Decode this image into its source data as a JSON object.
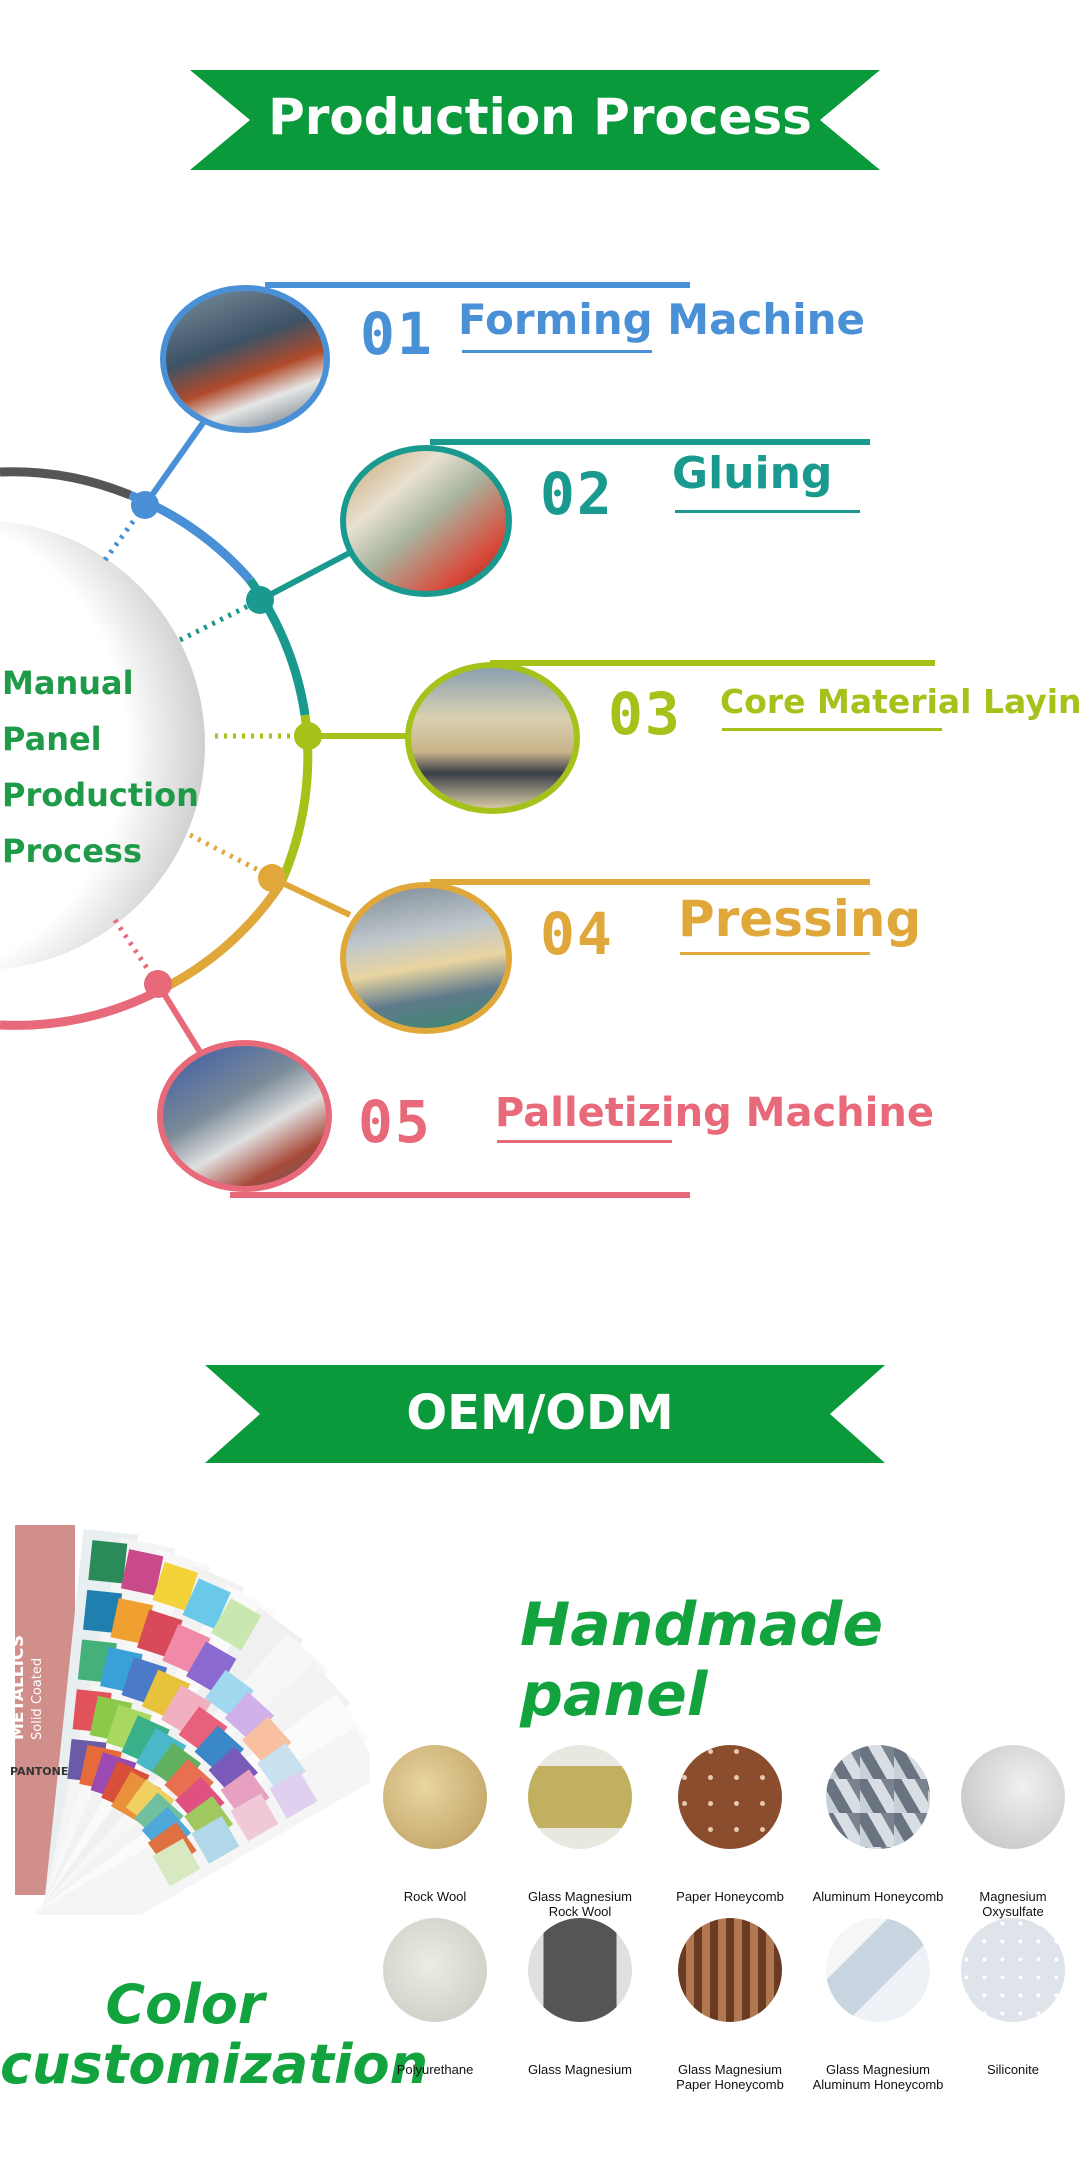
{
  "production_banner": {
    "title": "Production Process"
  },
  "center_label": {
    "line1": "Manual",
    "line2": "Panel",
    "line3": "Production",
    "line4": "Process"
  },
  "steps": [
    {
      "number": "01",
      "title": "Forming Machine",
      "color": "#4a90d6"
    },
    {
      "number": "02",
      "title": "Gluing",
      "color": "#1a9a8f"
    },
    {
      "number": "03",
      "title": "Core Material Laying",
      "color": "#a5c21a"
    },
    {
      "number": "04",
      "title": "Pressing",
      "color": "#e0a83a"
    },
    {
      "number": "05",
      "title": "Palletizing Machine",
      "color": "#e8697a"
    }
  ],
  "oem_banner": {
    "title": "OEM/ODM"
  },
  "handmade_title": "Handmade panel",
  "color_customization": {
    "line1": "Color",
    "line2": "customization"
  },
  "swatch_labels": {
    "side": "METALLICS",
    "side2": "Solid Coated",
    "brand": "PANTONE"
  },
  "materials": [
    {
      "label1": "Rock Wool",
      "label2": "",
      "color": "#d7c08a"
    },
    {
      "label1": "Glass Magnesium",
      "label2": "Rock Wool",
      "color": "#c9bf78"
    },
    {
      "label1": "Paper Honeycomb",
      "label2": "",
      "color": "#8a4e2e"
    },
    {
      "label1": "Aluminum Honeycomb",
      "label2": "",
      "color": "#9aa6b2"
    },
    {
      "label1": "Magnesium",
      "label2": "Oxysulfate",
      "color": "#d9d9d9"
    },
    {
      "label1": "Polyurethane",
      "label2": "",
      "color": "#d8d8d0"
    },
    {
      "label1": "Glass Magnesium",
      "label2": "",
      "color": "#6b6b6b"
    },
    {
      "label1": "Glass Magnesium",
      "label2": "Paper Honeycomb",
      "color": "#8c5a3c"
    },
    {
      "label1": "Glass Magnesium",
      "label2": "Aluminum Honeycomb",
      "color": "#c8d4e0"
    },
    {
      "label1": "Siliconite",
      "label2": "",
      "color": "#e4e8ee"
    }
  ],
  "brand_green": "#0a9a3c"
}
